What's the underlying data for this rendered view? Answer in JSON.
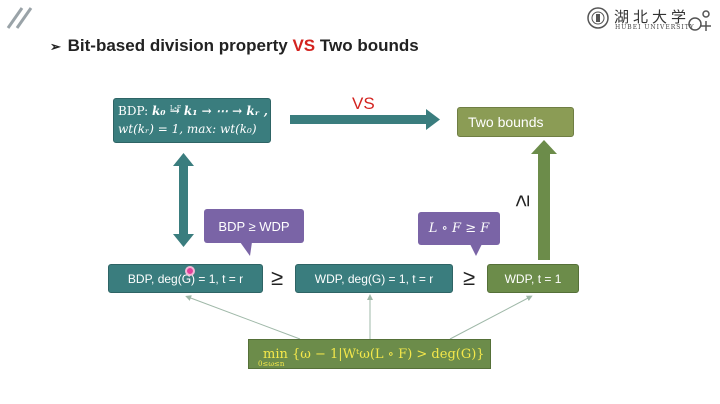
{
  "title": {
    "bullet": "➢",
    "part1": "Bit-based division property ",
    "vs": "VS",
    "part2": " Two bounds"
  },
  "logo": {
    "cn": "湖北大学",
    "en": "HUBEI UNIVERSITY"
  },
  "vs_label": "VS",
  "bdp_top": {
    "line1_prefix": "BDP: ",
    "sequence": "k₀ → k₁ → ⋯ → kᵣ ,",
    "sup": "L∘F",
    "line2": "wt(kᵣ) = 1, max: wt(k₀)"
  },
  "two_bounds": "Two bounds",
  "callout_bdp": "BDP ≥ WDP",
  "callout_lof": "L ∘ F ≥ F",
  "bdp_bottom": "BDP, deg(G) = 1, t = r",
  "wdp_bottom": "WDP, deg(G) = 1, t = r",
  "wdp_t1": "WDP, t = 1",
  "geq": "≥",
  "min_formula": {
    "main": "min {ω − 1|Wᵗω(L ∘ F) > deg(G)}",
    "sub": "0≤ω≤n"
  },
  "colors": {
    "teal": "#3a7d7e",
    "olive": "#8b9c55",
    "green": "#6c8c4a",
    "purple": "#7a64a6",
    "accent_red": "#d3231f",
    "formula_yellow": "#f4e84a"
  }
}
